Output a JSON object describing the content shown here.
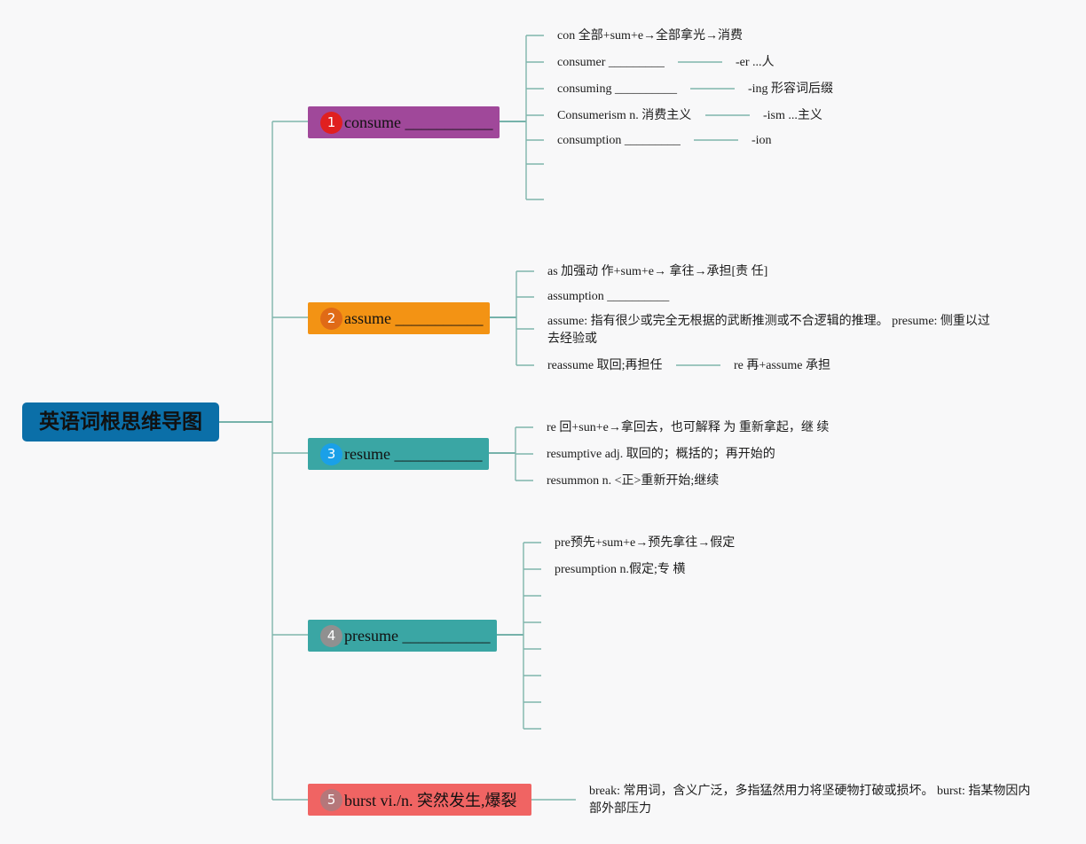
{
  "root": {
    "title": "英语词根思维导图"
  },
  "colors": {
    "root_bg": "#0b6fa8",
    "line": "#7fb5ac",
    "b1": "#a0489a",
    "b2": "#f39314",
    "b3": "#3aa6a4",
    "b4": "#3aa6a4",
    "b5": "#f06463",
    "badge1": "#e02020",
    "badge2": "#e06a16",
    "badge3": "#1aa0e8",
    "badge4": "#909090",
    "badge5": "#b5777a"
  },
  "branches": [
    {
      "badge": "1",
      "label": "consume ___________",
      "notes": [
        {
          "text": "con 全部+sum+e→全部拿光→消费"
        },
        {
          "text": "consumer _________",
          "suffix": "-er ...人"
        },
        {
          "text": "consuming __________",
          "suffix": "-ing 形容词后缀"
        },
        {
          "text": "Consumerism n. 消费主义",
          "suffix": "-ism ...主义"
        },
        {
          "text": "consumption _________",
          "suffix": "-ion"
        }
      ]
    },
    {
      "badge": "2",
      "label": "assume ___________",
      "notes": [
        {
          "text": "as 加强动 作+sum+e→ 拿往→承担[责 任]"
        },
        {
          "text": "assumption __________"
        },
        {
          "text": "assume: 指有很少或完全无根据的武断推测或不合逻辑的推理。 presume: 侧重以过去经验或"
        },
        {
          "text": "reassume 取回;再担任",
          "suffix": "re 再+assume 承担"
        }
      ]
    },
    {
      "badge": "3",
      "label": "resume ___________",
      "notes": [
        {
          "text": "re 回+sun+e→拿回去，也可解释 为 重新拿起，继 续"
        },
        {
          "text": "resumptive adj. 取回的；概括的；再开始的"
        },
        {
          "text": "resummon n. <正>重新开始;继续"
        }
      ]
    },
    {
      "badge": "4",
      "label": "presume ___________",
      "notes": [
        {
          "text": "pre预先+sum+e→预先拿往→假定"
        },
        {
          "text": "presumption n.假定;专 横"
        }
      ]
    },
    {
      "badge": "5",
      "label": "burst vi./n. 突然发生,爆裂",
      "notes": [
        {
          "text": "break: 常用词，含义广泛，多指猛然用力将坚硬物打破或损坏。 burst: 指某物因内部外部压力"
        }
      ]
    }
  ]
}
